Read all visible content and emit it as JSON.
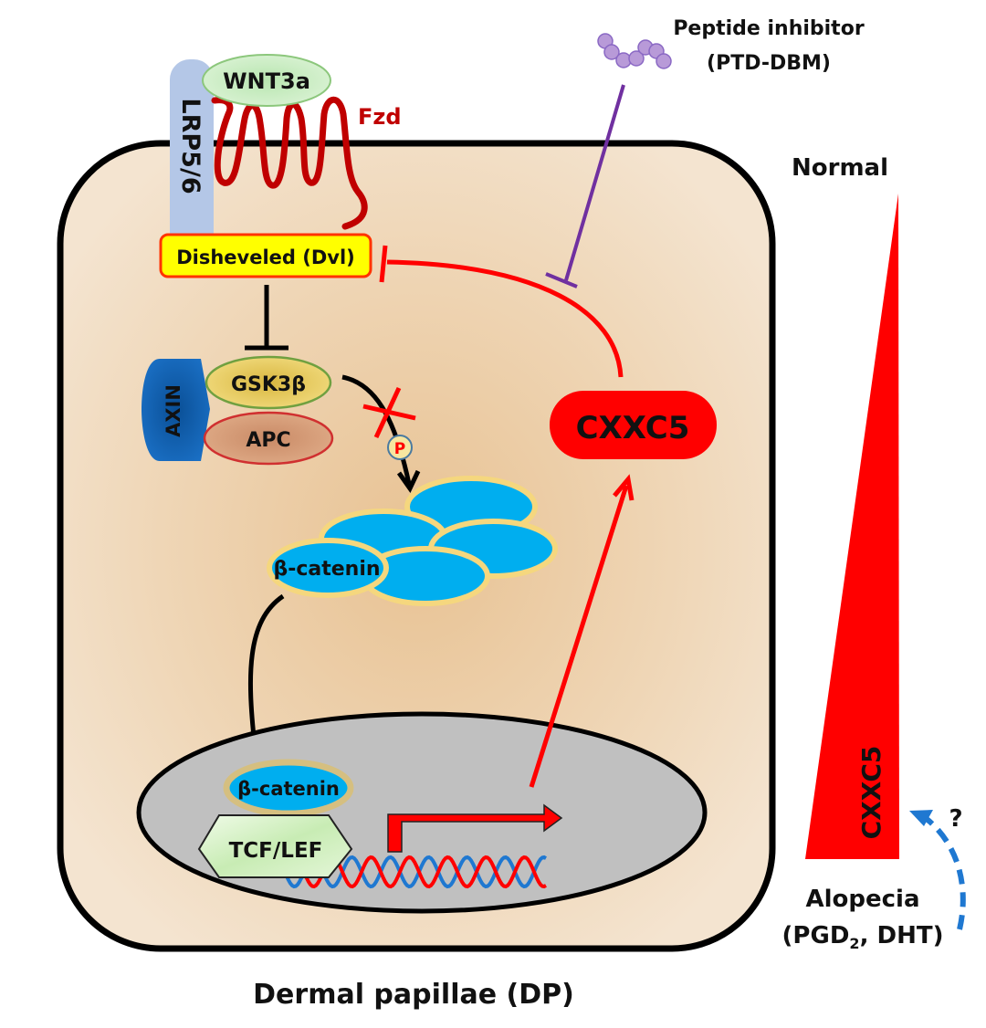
{
  "diagram": {
    "title": "Dermal papillae (DP)",
    "membrane": {
      "ligand": "WNT3a",
      "coreceptor": "LRP5/6",
      "receptor": "Fzd"
    },
    "cytoplasm": {
      "dvl": "Disheveled (Dvl)",
      "destruction_complex": {
        "scaffold": "AXIN",
        "kinase": "GSK3β",
        "apc": "APC"
      },
      "phospho_label": "P",
      "beta_catenin": "β-catenin",
      "cxxc5": "CXXC5"
    },
    "nucleus": {
      "beta_catenin": "β-catenin",
      "transcription_factor": "TCF/LEF"
    },
    "inhibitor": {
      "line1": "Peptide inhibitor",
      "line2": "(PTD-DBM)"
    },
    "gradient": {
      "top_label": "Normal",
      "bar_label": "CXXC5",
      "bottom_label": "Alopecia",
      "bottom_sub_prefix": "(PGD",
      "bottom_sub_subscript": "2",
      "bottom_sub_suffix": ", DHT)",
      "question": "?"
    },
    "colors": {
      "cell_fill": "#f0dcc4",
      "cell_center": "#e8c89c",
      "nucleus": "#c0c0c0",
      "cxxc5": "#ff0000",
      "beta_catenin": "#00aeef",
      "dvl_fill": "#ffff00",
      "inhibitor": "#7030a0",
      "dna_blue": "#1f78d1"
    }
  }
}
